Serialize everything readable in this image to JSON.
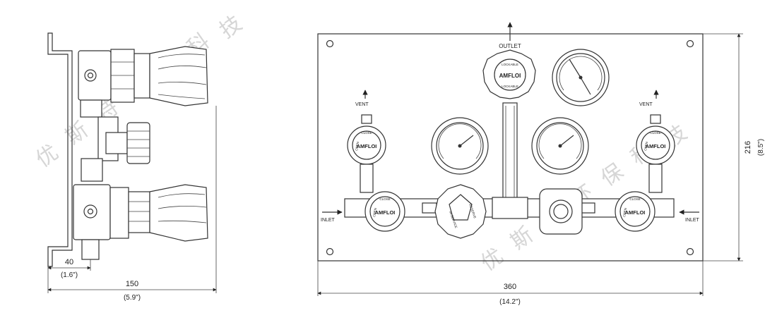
{
  "dimensions": {
    "side_offset_mm": "40",
    "side_offset_in": "(1.6\")",
    "side_depth_mm": "150",
    "side_depth_in": "(5.9\")",
    "front_width_mm": "360",
    "front_width_in": "(14.2\")",
    "front_height_mm": "216",
    "front_height_in": "(8.5\")"
  },
  "labels": {
    "outlet": "OUTLET",
    "vent_left": "VENT",
    "vent_right": "VENT",
    "inlet_left": "INLET",
    "inlet_right": "INLET",
    "brand": "AMFLOI",
    "valve_open": "OPEN",
    "valve_close": "CLOSE",
    "lockable_top": "LOCKABLE",
    "lockable_bottom": "LOCKABLE",
    "changeover_in": "IN SERVICE",
    "changeover_reserve": "RESERVE"
  },
  "watermark": {
    "chars_left": [
      "优",
      "斯",
      "特",
      "环",
      "保",
      "科",
      "技"
    ],
    "chars_right": [
      "优",
      "斯",
      "特",
      "环",
      "保",
      "科",
      "技"
    ]
  }
}
